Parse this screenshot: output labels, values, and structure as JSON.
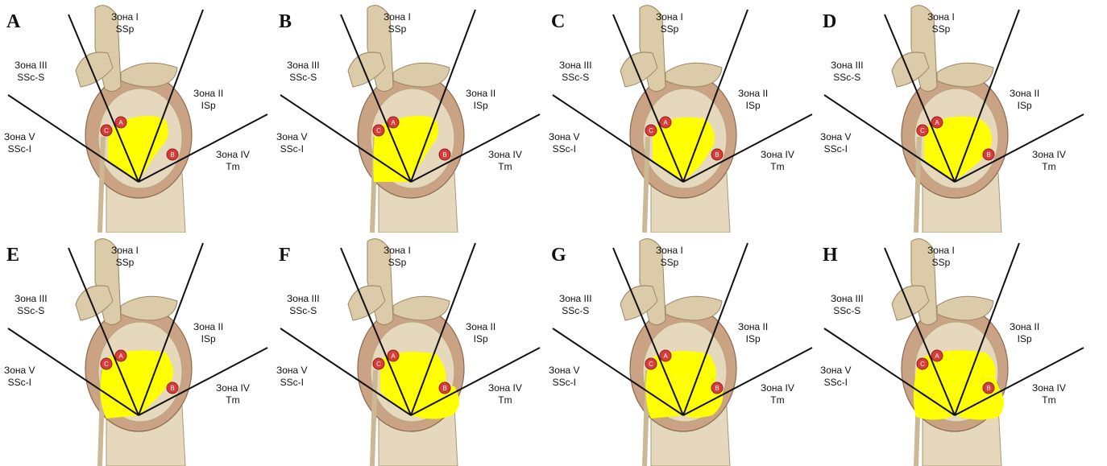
{
  "figure": {
    "zone_labels": {
      "zone1": {
        "name": "Зона I",
        "code": "SSp"
      },
      "zone2": {
        "name": "Зона II",
        "code": "ISp"
      },
      "zone3": {
        "name": "Зона III",
        "code": "SSc-S"
      },
      "zone4": {
        "name": "Зона IV",
        "code": "Tm"
      },
      "zone5": {
        "name": "Зона V",
        "code": "SSc-I"
      }
    },
    "points": {
      "a": "A",
      "b": "B",
      "c": "C"
    },
    "colors": {
      "defect_fill": "#ffff00",
      "landmark_point": "#d93a3a",
      "bone": "#e6d8bc",
      "muscle": "#c9a383",
      "lines": "#111111"
    },
    "panels": [
      {
        "letter": "A",
        "defect": "small"
      },
      {
        "letter": "B",
        "defect": "small-extended-anterior"
      },
      {
        "letter": "C",
        "defect": "medium"
      },
      {
        "letter": "D",
        "defect": "medium-superior"
      },
      {
        "letter": "E",
        "defect": "large-anterior"
      },
      {
        "letter": "F",
        "defect": "large-posterior"
      },
      {
        "letter": "G",
        "defect": "large"
      },
      {
        "letter": "H",
        "defect": "massive"
      }
    ]
  }
}
